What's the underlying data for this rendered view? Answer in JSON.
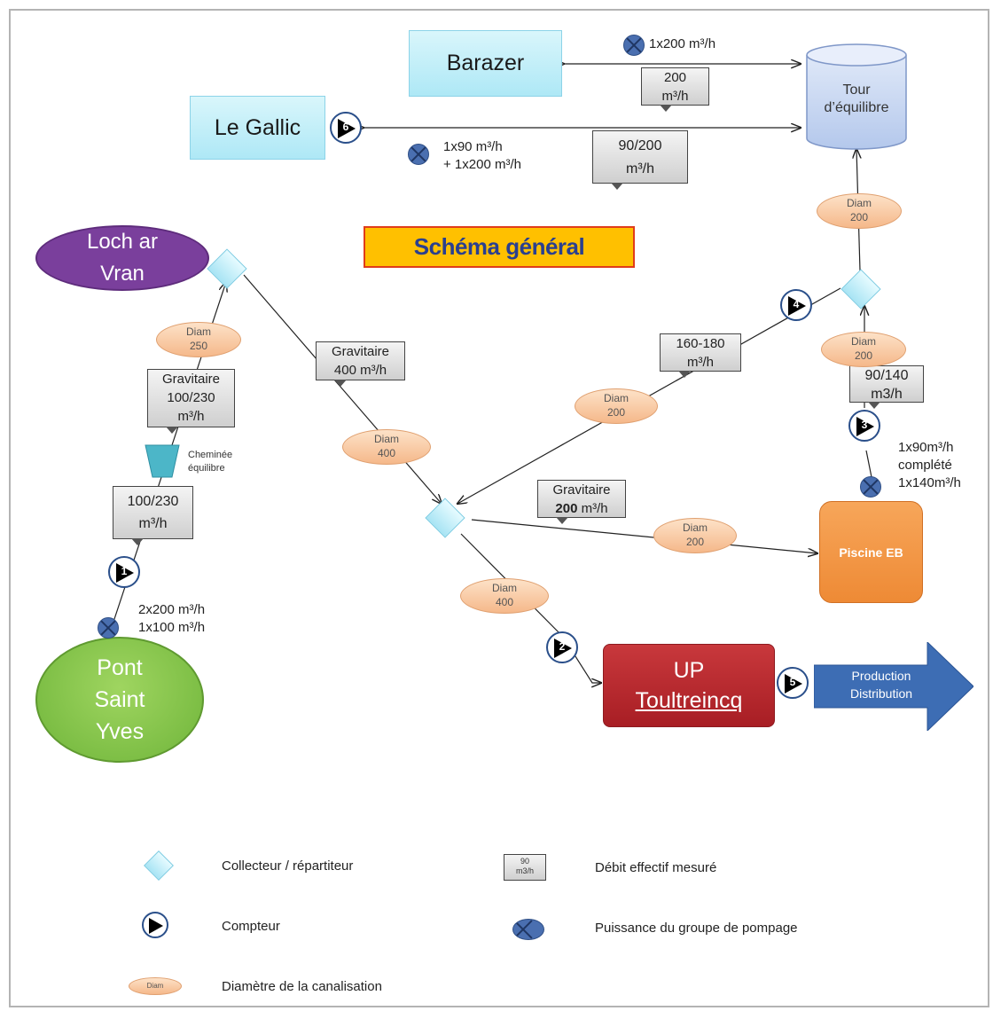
{
  "title": "Schéma général",
  "nodes": {
    "barazer": "Barazer",
    "le_gallic": "Le Gallic",
    "tour": [
      "Tour",
      "d’équilibre"
    ],
    "loch": [
      "Loch ar",
      "Vran"
    ],
    "pont": [
      "Pont",
      "Saint",
      "Yves"
    ],
    "piscine": "Piscine EB",
    "up": [
      "UP",
      "Toultreincq"
    ],
    "production": [
      "Production",
      "Distribution"
    ],
    "cheminee": [
      "Cheminée",
      "équilibre"
    ]
  },
  "tags": {
    "t200": [
      "200",
      "m³/h"
    ],
    "t90_200": [
      "90/200",
      "m³/h"
    ],
    "t_grav_100_230": [
      "Gravitaire",
      "100/230",
      "m³/h"
    ],
    "t_100_230": [
      "100/230",
      "m³/h"
    ],
    "t_grav_400": [
      "Gravitaire",
      "400 m³/h"
    ],
    "t_160_180": [
      "160-180",
      "m³/h"
    ],
    "t_90_140": [
      "90/140",
      "m3/h"
    ],
    "t_grav_200_a": "Gravitaire",
    "t_grav_200_b": "200",
    "t_grav_200_c": " m³/h"
  },
  "pills": {
    "d200_tour": [
      "Diam",
      "200"
    ],
    "d250": [
      "Diam",
      "250"
    ],
    "d200_right": [
      "Diam",
      "200"
    ],
    "d400_a": [
      "Diam",
      "400"
    ],
    "d200_mid": [
      "Diam",
      "200"
    ],
    "d200_piscine": [
      "Diam",
      "200"
    ],
    "d400_b": [
      "Diam",
      "400"
    ]
  },
  "meters": [
    "1",
    "2",
    "3",
    "4",
    "5",
    "6"
  ],
  "annotations": {
    "barazer_pump": "1x200 m³/h",
    "gallic_pump": [
      "1x90 m³/h",
      "+ 1x200 m³/h"
    ],
    "pont_pump": [
      "2x200 m³/h",
      "1x100 m³/h"
    ],
    "piscine_pump": [
      "1x90m³/h",
      "complété",
      "1x140m³/h"
    ]
  },
  "legend": {
    "collecteur": "Collecteur / répartiteur",
    "debit": "Débit effectif mesuré",
    "debit_icon": [
      "90",
      "m3/h"
    ],
    "compteur": "Compteur",
    "puissance": "Puissance du groupe de pompage",
    "diametre": "Diamètre de la canalisation",
    "diam_icon": "Diam"
  },
  "colors": {
    "light_blue": "#bdeef8",
    "purple": "#7a3f9c",
    "green": "#7cc23e",
    "orange": "#f08c3c",
    "red": "#b8232a",
    "arrow_blue": "#3d6db4",
    "title_bg": "#ffc000",
    "title_text": "#2a3f8f",
    "pill": "#f8c8a0"
  }
}
